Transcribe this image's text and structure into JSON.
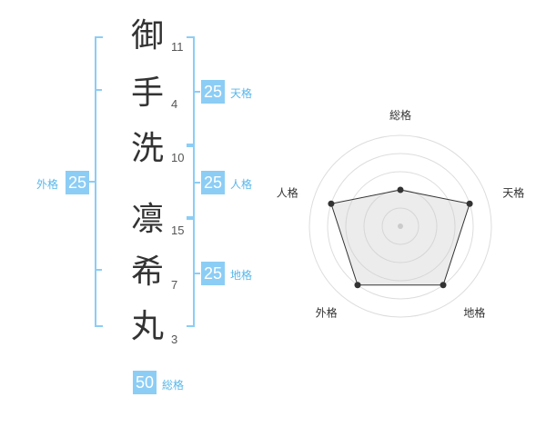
{
  "name": {
    "chars": [
      {
        "char": "御",
        "strokes": "11"
      },
      {
        "char": "手",
        "strokes": "4"
      },
      {
        "char": "洗",
        "strokes": "10"
      },
      {
        "char": "凛",
        "strokes": "15"
      },
      {
        "char": "希",
        "strokes": "7"
      },
      {
        "char": "丸",
        "strokes": "3"
      }
    ]
  },
  "kaku": {
    "tenkaku": {
      "value": "25",
      "label": "天格"
    },
    "jinkaku": {
      "value": "25",
      "label": "人格"
    },
    "chikaku": {
      "value": "25",
      "label": "地格"
    },
    "gaikaku": {
      "value": "25",
      "label": "外格"
    },
    "soukaku": {
      "value": "50",
      "label": "総格"
    }
  },
  "colors": {
    "accent": "#8ccdf5",
    "accent_text": "#58b7ea",
    "text": "#333333"
  },
  "chart_data": {
    "type": "radar",
    "axes": [
      "総格",
      "天格",
      "地格",
      "外格",
      "人格"
    ],
    "values": [
      2,
      4,
      4,
      4,
      4
    ],
    "rmax": 5,
    "rings": 5
  }
}
